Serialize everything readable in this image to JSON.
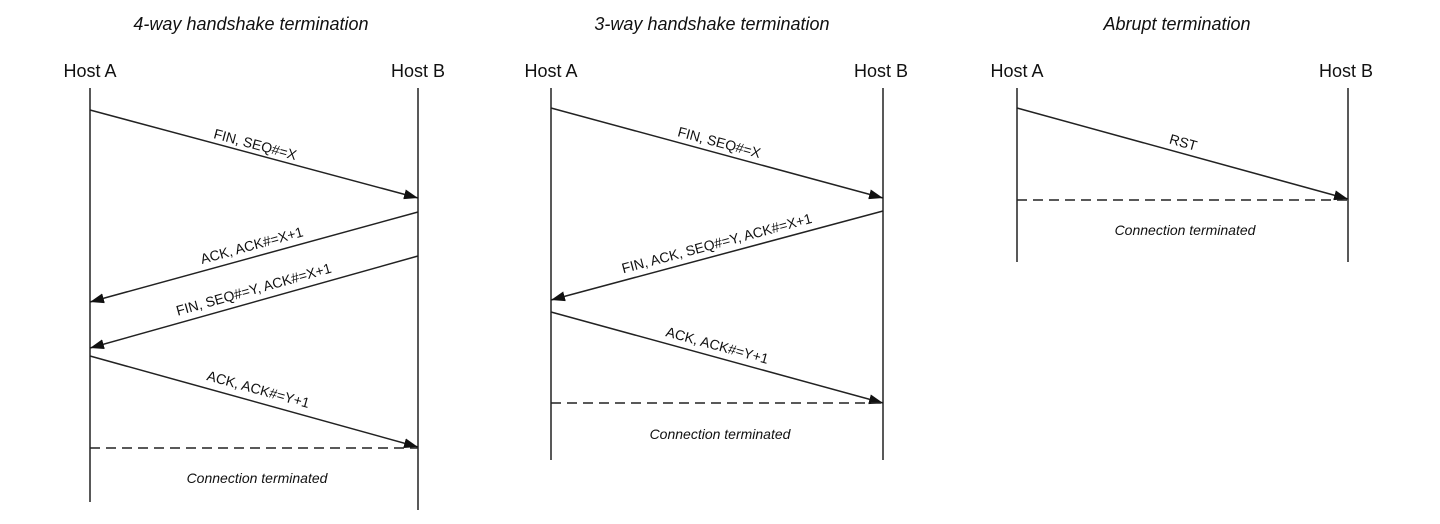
{
  "panels": [
    {
      "title": "4-way handshake termination",
      "host_a": "Host A",
      "host_b": "Host B",
      "messages": [
        {
          "label": "FIN, SEQ#=X",
          "direction": "A-to-B"
        },
        {
          "label": "ACK, ACK#=X+1",
          "direction": "B-to-A"
        },
        {
          "label": "FIN, SEQ#=Y, ACK#=X+1",
          "direction": "B-to-A"
        },
        {
          "label": "ACK, ACK#=Y+1",
          "direction": "A-to-B"
        }
      ],
      "termination_note": "Connection terminated"
    },
    {
      "title": "3-way handshake termination",
      "host_a": "Host A",
      "host_b": "Host B",
      "messages": [
        {
          "label": "FIN, SEQ#=X",
          "direction": "A-to-B"
        },
        {
          "label": "FIN, ACK, SEQ#=Y, ACK#=X+1",
          "direction": "B-to-A"
        },
        {
          "label": "ACK, ACK#=Y+1",
          "direction": "A-to-B"
        }
      ],
      "termination_note": "Connection terminated"
    },
    {
      "title": "Abrupt termination",
      "host_a": "Host A",
      "host_b": "Host B",
      "messages": [
        {
          "label": "RST",
          "direction": "A-to-B"
        }
      ],
      "termination_note": "Connection terminated"
    }
  ]
}
